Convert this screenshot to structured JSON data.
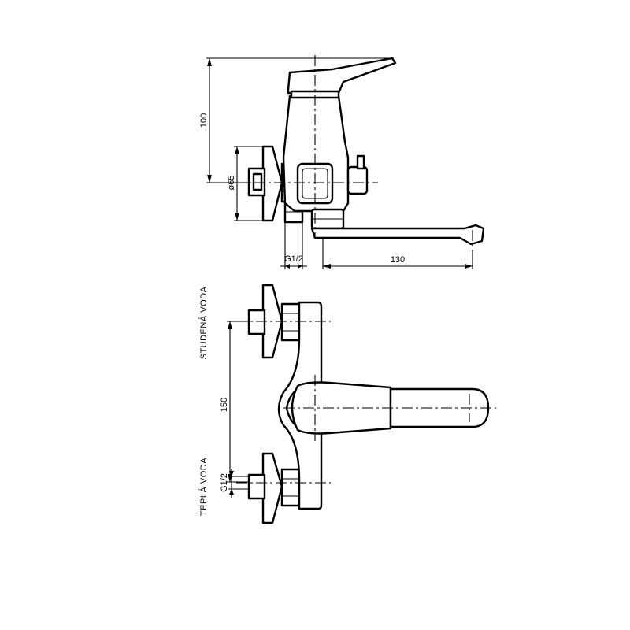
{
  "dimensions": {
    "height": "100",
    "body_diameter": "ø65",
    "thread_side": "G1/2",
    "spout_length": "130",
    "spacing": "150",
    "thread_front": "G1/2"
  },
  "labels": {
    "cold_water": "STUDENÁ VODA",
    "hot_water": "TEPLÁ VODA"
  }
}
